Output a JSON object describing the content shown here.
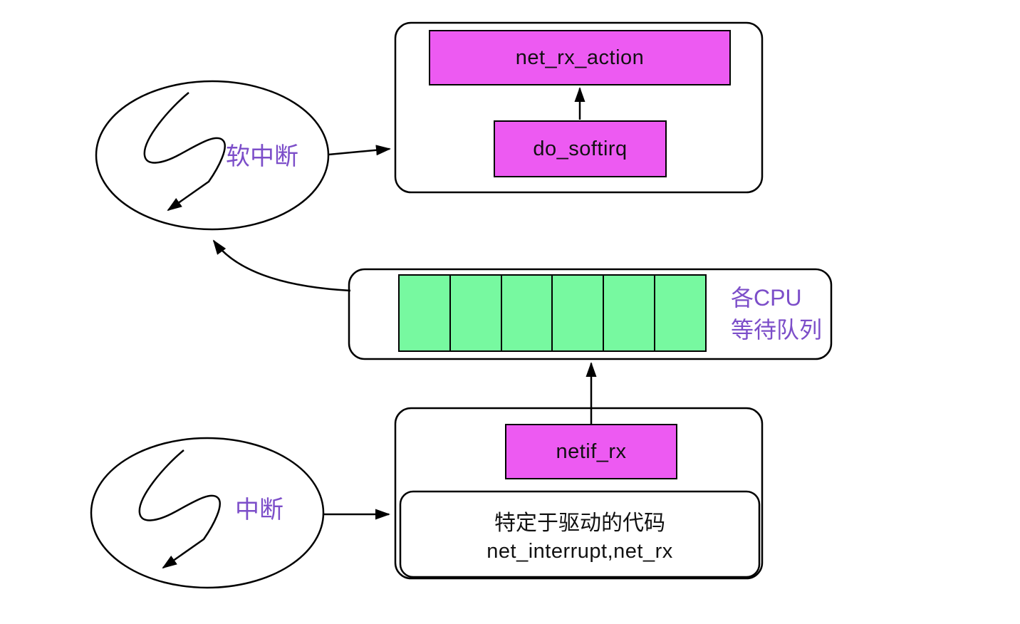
{
  "diagram": {
    "colors": {
      "box_fill": "#ED5AF2",
      "queue_cell_fill": "#77F9A0",
      "label_purple": "#7C4EC9",
      "stroke": "#000000",
      "background": "#FFFFFF"
    },
    "nodes": {
      "net_rx_action": "net_rx_action",
      "do_softirq": "do_softirq",
      "netif_rx": "netif_rx",
      "driver_code_line1": "特定于驱动的代码",
      "driver_code_line2": "net_interrupt,net_rx"
    },
    "labels": {
      "soft_interrupt": "软中断",
      "interrupt": "中断",
      "cpu_queue_line1": "各CPU",
      "cpu_queue_line2": "等待队列"
    },
    "queue": {
      "cells": 6
    }
  }
}
